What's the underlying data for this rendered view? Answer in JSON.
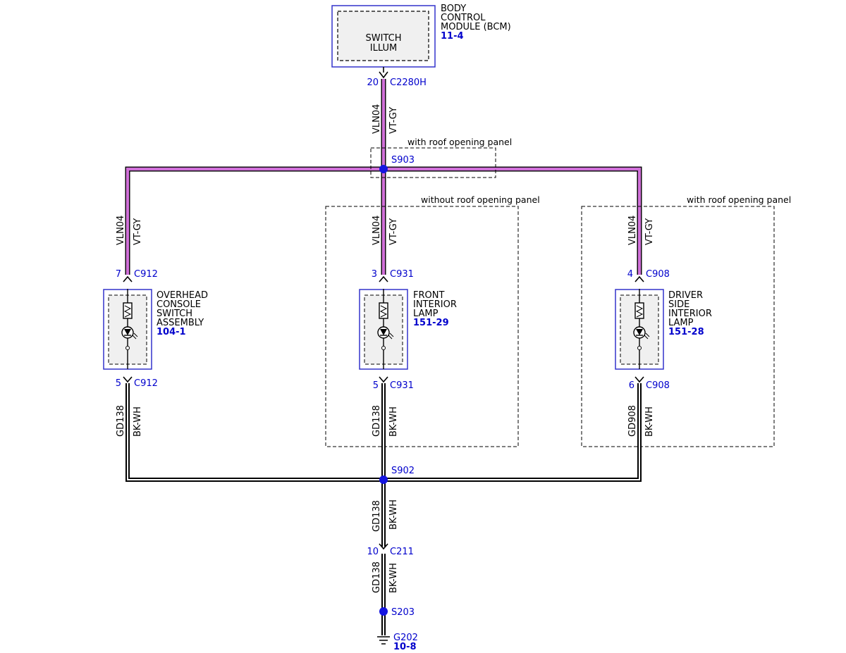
{
  "bcm": {
    "name_line1": "BODY",
    "name_line2": "CONTROL",
    "name_line3": "MODULE (BCM)",
    "ref": "11-4",
    "inner_line1": "SWITCH",
    "inner_line2": "ILLUM",
    "pin": "20",
    "connector": "C2280H"
  },
  "wire_top": {
    "circuit": "VLN04",
    "color": "VT-GY"
  },
  "splice_s903": {
    "id": "S903",
    "note": "with roof opening panel"
  },
  "branch_left": {
    "wire_circuit": "VLN04",
    "wire_color": "VT-GY",
    "pin_in": "7",
    "conn_in": "C912",
    "name_line1": "OVERHEAD",
    "name_line2": "CONSOLE",
    "name_line3": "SWITCH",
    "name_line4": "ASSEMBLY",
    "ref": "104-1",
    "pin_out": "5",
    "conn_out": "C912",
    "gnd_circuit": "GD138",
    "gnd_color": "BK-WH"
  },
  "branch_center": {
    "zone_note": "without roof opening panel",
    "wire_circuit": "VLN04",
    "wire_color": "VT-GY",
    "pin_in": "3",
    "conn_in": "C931",
    "name_line1": "FRONT",
    "name_line2": "INTERIOR",
    "name_line3": "LAMP",
    "ref": "151-29",
    "pin_out": "5",
    "conn_out": "C931",
    "gnd_circuit": "GD138",
    "gnd_color": "BK-WH"
  },
  "branch_right": {
    "zone_note": "with roof opening panel",
    "wire_circuit": "VLN04",
    "wire_color": "VT-GY",
    "pin_in": "4",
    "conn_in": "C908",
    "name_line1": "DRIVER",
    "name_line2": "SIDE",
    "name_line3": "INTERIOR",
    "name_line4": "LAMP",
    "ref": "151-28",
    "pin_out": "6",
    "conn_out": "C908",
    "gnd_circuit": "GD908",
    "gnd_color": "BK-WH"
  },
  "splice_s902": {
    "id": "S902"
  },
  "wire_s902_c211": {
    "circuit": "GD138",
    "color": "BK-WH"
  },
  "c211": {
    "pin": "10",
    "connector": "C211"
  },
  "wire_c211_s203": {
    "circuit": "GD138",
    "color": "BK-WH"
  },
  "splice_s203": {
    "id": "S203"
  },
  "ground": {
    "id": "G202",
    "ref": "10-8"
  },
  "colors": {
    "violet_wire": "#d070d8",
    "ref_blue": "#0000cc",
    "splice_blue": "#1515e0"
  }
}
